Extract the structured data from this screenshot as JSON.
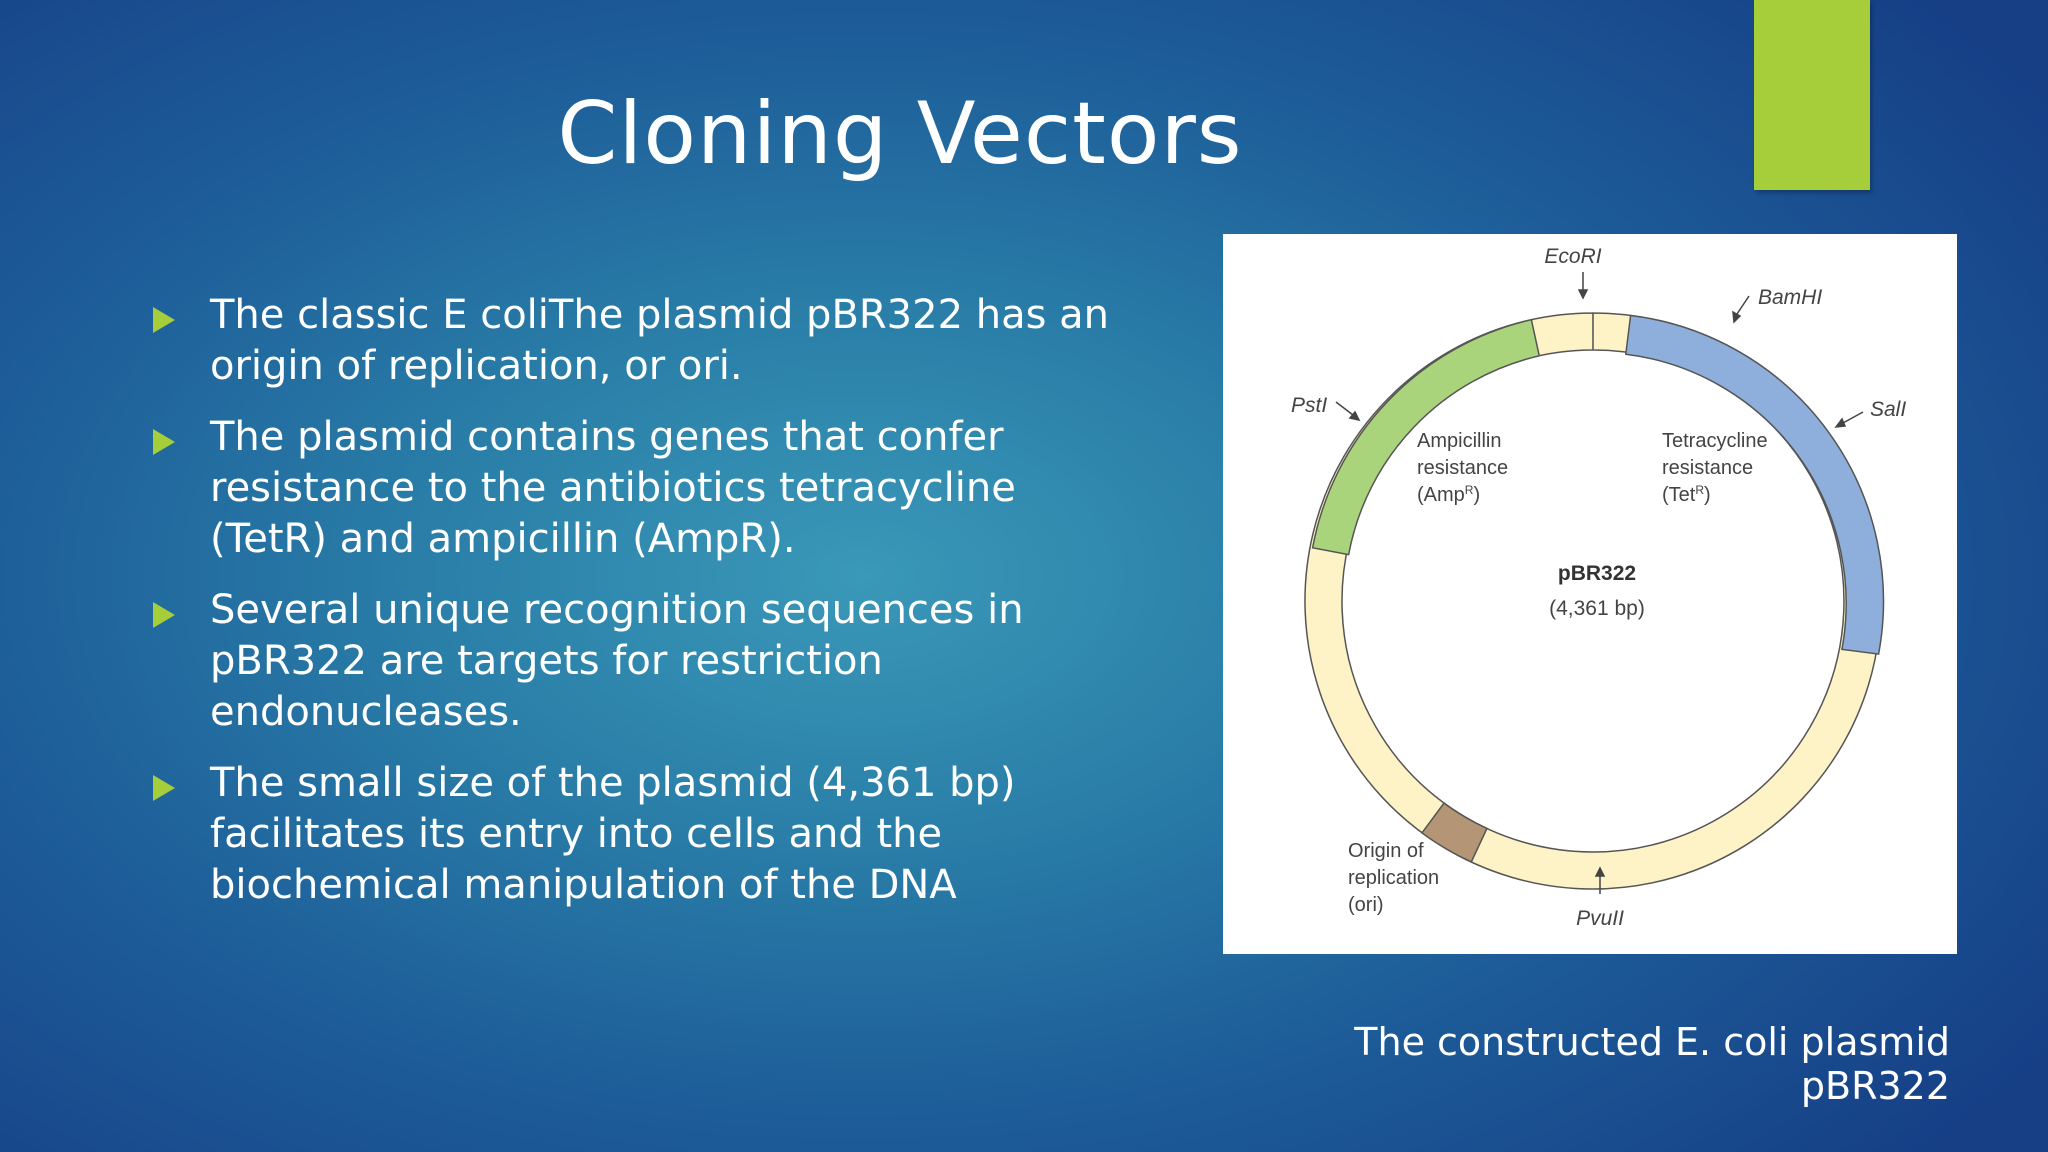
{
  "slide": {
    "title": "Cloning Vectors",
    "caption": "The constructed E. coli plasmid pBR322",
    "accent_color": "#a6cd3a"
  },
  "bullets": [
    "The classic E coliThe plasmid pBR322 has an origin of replication, or ori.",
    "The plasmid contains genes that confer resistance to the antibiotics tetracycline (TetR) and ampicillin (AmpR).",
    "Several unique recognition sequences in pBR322 are targets for restriction endonucleases.",
    "The small size of the plasmid (4,361 bp) facilitates its entry into cells and the biochemical manipulation of the DNA"
  ],
  "diagram": {
    "plasmid_name": "pBR322",
    "plasmid_size": "(4,361 bp)",
    "sites": {
      "ecori": "EcoRI",
      "bamhi": "BamHI",
      "sali": "SalI",
      "psti": "PstI",
      "pvuii": "PvuII"
    },
    "regions": {
      "amp": [
        "Ampicillin",
        "resistance",
        "(Amp",
        "R",
        ")"
      ],
      "tet": [
        "Tetracycline",
        "resistance",
        "(Tet",
        "R",
        ")"
      ],
      "ori": [
        "Origin of",
        "replication",
        "(ori)"
      ]
    },
    "colors": {
      "backbone": "#fdf3c6",
      "amp": "#a9d47c",
      "tet": "#8eaedc",
      "ori": "#b49575",
      "outline": "#555555"
    }
  }
}
